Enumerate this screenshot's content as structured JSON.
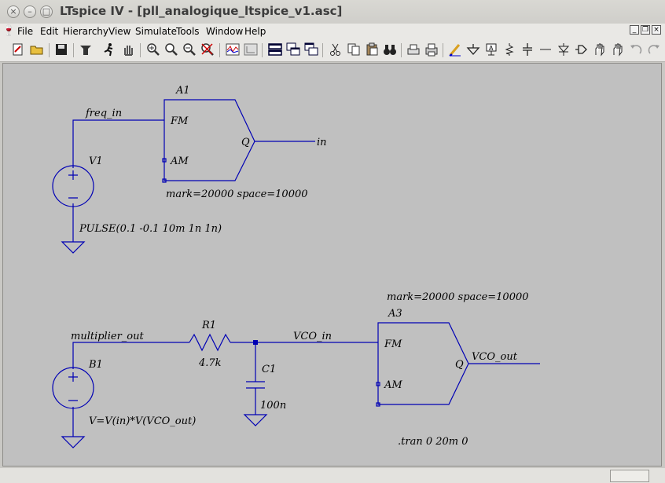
{
  "window": {
    "title": "LTspice IV - [pll_analogique_ltspice_v1.asc]"
  },
  "menu": [
    "File",
    "Edit",
    "Hierarchy",
    "View",
    "Simulate",
    "Tools",
    "Window",
    "Help"
  ],
  "toolbar": {
    "icons": [
      "new-schematic-icon",
      "open-icon",
      "save-icon",
      "control-panel-icon",
      "run-icon",
      "halt-icon",
      "zoom-in-icon",
      "zoom-pan-icon",
      "zoom-out-icon",
      "zoom-fit-icon",
      "waveform-icon",
      "autorange-icon",
      "tile-horizontal-icon",
      "cascade-icon",
      "tile-vertical-icon",
      "cut-icon",
      "copy-icon",
      "paste-icon",
      "find-icon",
      "print-setup-icon",
      "print-icon",
      "draw-wire-icon",
      "ground-icon",
      "label-net-icon",
      "resistor-icon",
      "capacitor-icon",
      "inductor-icon",
      "diode-icon",
      "component-icon",
      "move-icon",
      "drag-icon",
      "undo-icon",
      "redo-icon"
    ]
  },
  "schematic": {
    "a1": {
      "name": "A1",
      "pins": [
        "FM",
        "AM",
        "Q"
      ],
      "params": "mark=20000 space=10000"
    },
    "v1": {
      "name": "V1",
      "value": "PULSE(0.1 -0.1 10m 1n 1n)"
    },
    "net_freq_in": "freq_in",
    "net_in": "in",
    "b1": {
      "name": "B1",
      "value": "V=V(in)*V(VCO_out)"
    },
    "net_multiplier_out": "multiplier_out",
    "r1": {
      "name": "R1",
      "value": "4.7k"
    },
    "c1": {
      "name": "C1",
      "value": "100n"
    },
    "net_vco_in": "VCO_in",
    "a3": {
      "name": "A3",
      "pins": [
        "FM",
        "AM",
        "Q"
      ],
      "params": "mark=20000 space=10000"
    },
    "net_vco_out": "VCO_out",
    "directive": ".tran 0 20m 0"
  },
  "colors": {
    "wire": "#0000b4",
    "canvas": "#c0c0c0"
  }
}
